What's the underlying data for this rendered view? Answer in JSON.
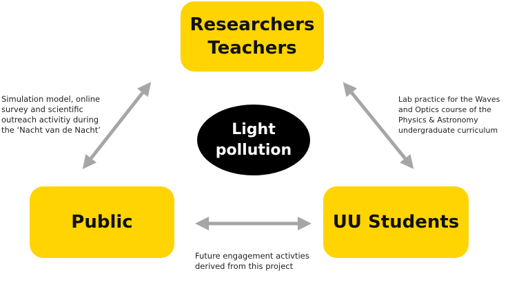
{
  "nodes": {
    "researchers": "Researchers\nTeachers",
    "public": "Public",
    "students": "UU Students",
    "center": "Light\npollution"
  },
  "edges": {
    "left_label": "Simulation model, online\nsurvey and scientific\noutreach activitiy during\nthe ‘Nacht van de Nacht’",
    "right_label": "Lab practice for the Waves\nand Optics course of the\nPhysics & Astronomy\nundergraduate curriculum",
    "bottom_label": "Future engagement activties\nderived from this project"
  },
  "colors": {
    "box": "#FFD400",
    "arrow": "#A6A6A6",
    "center": "#000000"
  }
}
